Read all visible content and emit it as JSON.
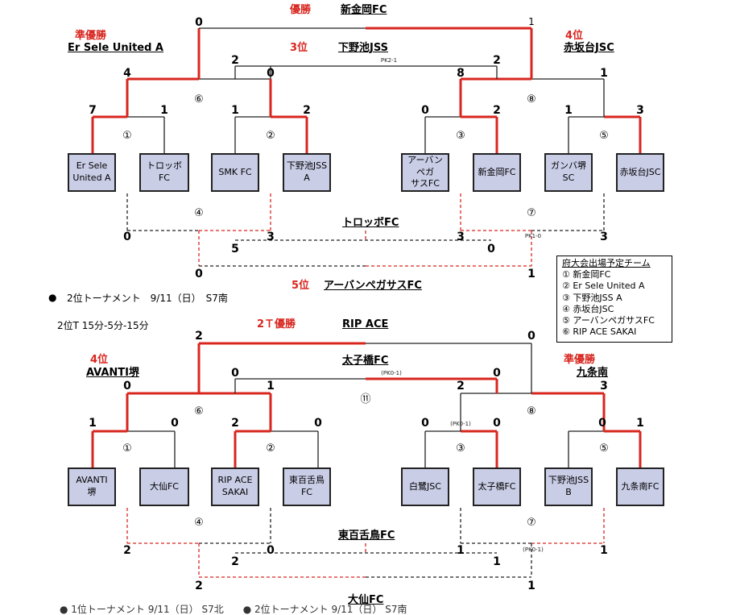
{
  "upper": {
    "champion_label": "優勝",
    "champion": "新金岡FC",
    "runner_up_label": "準優勝",
    "runner_up": "Er Sele United A",
    "third_label": "3位",
    "third": "下野池JSS",
    "fourth_label": "4位",
    "fourth": "赤坂台JSC",
    "fifth_label": "5位",
    "fifth": "アーバンペガサスFC",
    "consolation_winner": "トロッボFC",
    "teams": [
      "Er Sele\nUnited A",
      "トロッボFC",
      "SMK FC",
      "下野池JSS\nA",
      "アーバンペガ\nサスFC",
      "新金岡FC",
      "ガンバ堺SC",
      "赤坂台JSC"
    ],
    "r1_scores": [
      "7",
      "1",
      "1",
      "2",
      "0",
      "2",
      "1",
      "3"
    ],
    "semi_scores": [
      "4",
      "0",
      "8",
      "1"
    ],
    "final_scores": [
      "0",
      "1"
    ],
    "third_scores": [
      "2",
      "2"
    ],
    "match_nums": [
      "①",
      "②",
      "③",
      "⑤",
      "⑥",
      "⑧",
      "④",
      "⑦"
    ],
    "pk_third": "PK2-1",
    "pk_consol": "PK1-0",
    "consol_r1_scores": [
      "0",
      "3",
      "3",
      "3"
    ],
    "consol_semi_scores": [
      "5",
      "0"
    ],
    "fifth_scores": [
      "0",
      "1"
    ]
  },
  "legend": {
    "title": "府大会出場予定チーム",
    "items": [
      "① 新金岡FC",
      "② Er Sele United A",
      "③ 下野池JSS A",
      "④ 赤坂台JSC",
      "⑤ アーバンペガサスFC",
      "⑥ RIP ACE SAKAI"
    ]
  },
  "section": {
    "bullet": "●",
    "title": "2位トーナメント　9/11（日）　S7南",
    "format": "2位T 15分-5分-15分"
  },
  "lower": {
    "champion_label": "2Ｔ優勝",
    "champion": "RIP ACE",
    "runner_up_label": "準優勝",
    "runner_up": "九条南",
    "third": "太子橋FC",
    "fourth_label": "4位",
    "fourth": "AVANTI堺",
    "consolation_winner": "東百舌鳥FC",
    "bottom_winner": "大仙FC",
    "teams": [
      "AVANTI\n堺",
      "大仙FC",
      "RIP ACE\nSAKAI",
      "東百舌鳥\nFC",
      "白鷺JSC",
      "太子橋FC",
      "下野池JSS\nB",
      "九条南FC"
    ],
    "r1_scores": [
      "1",
      "0",
      "2",
      "0",
      "0",
      "0",
      "0",
      "1"
    ],
    "semi_scores": [
      "0",
      "1",
      "2",
      "3"
    ],
    "final_scores": [
      "2",
      "0"
    ],
    "third_scores": [
      "0",
      "0"
    ],
    "match_nums": [
      "①",
      "②",
      "③",
      "⑤",
      "⑥",
      "⑧",
      "⑪",
      "④",
      "⑦"
    ],
    "pk_third": "(PK0-1)",
    "pk_r1": "(PK0-1)",
    "pk_consol": "(PK0-1)",
    "consol_r1_scores": [
      "2",
      "0",
      "1",
      "1"
    ],
    "consol_semi_scores": [
      "2",
      "1"
    ],
    "bottom_scores": [
      "2",
      "1"
    ]
  },
  "footer_fragment": "● 1位トーナメント 9/11（日） S7北　　● 2位トーナメント 9/11（日） S7南"
}
